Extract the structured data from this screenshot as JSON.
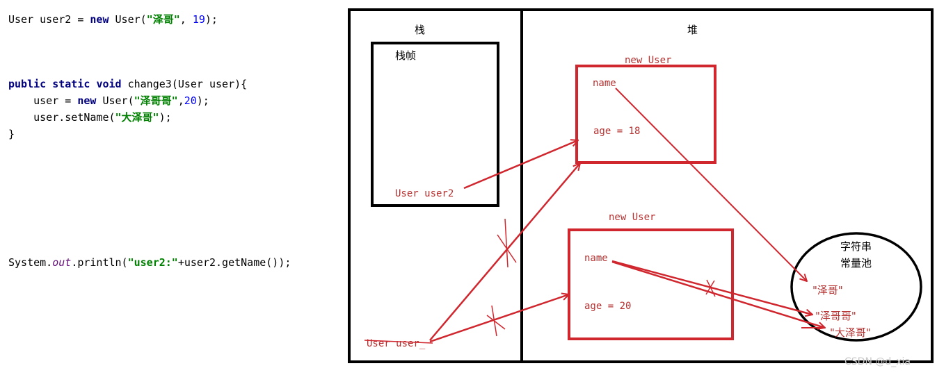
{
  "code": {
    "line1": {
      "pre": "User user2 = ",
      "kw": "new",
      "mid": " User(",
      "str": "\"泽哥\"",
      "post": ", ",
      "num": "19",
      "end": ");"
    },
    "method_sig": {
      "kw1": "public",
      "kw2": "static",
      "kw3": "void",
      "rest": " change3(User user){"
    },
    "method_line1": {
      "pre": "    user = ",
      "kw": "new",
      "mid": " User(",
      "str": "\"泽哥哥\"",
      "post": ",",
      "num": "20",
      "end": ");"
    },
    "method_line2": {
      "pre": "    user.setName(",
      "str": "\"大泽哥\"",
      "end": ");"
    },
    "method_close": "}",
    "println": {
      "pre": "System.",
      "field": "out",
      "mid": ".println(",
      "str": "\"user2:\"",
      "end": "+user2.getName());"
    }
  },
  "diagram": {
    "stack_title": "栈",
    "heap_title": "堆",
    "frame_title": "栈帧",
    "stack_var_user2": "User user2",
    "stack_var_user": "User user_",
    "obj1": {
      "title": "new User",
      "name": "name",
      "age": "age = 18"
    },
    "obj2": {
      "title": "new User",
      "name": "name",
      "age": "age = 20"
    },
    "pool": {
      "title_line1": "字符串",
      "title_line2": "常量池",
      "s1": "\"泽哥\"",
      "s2": "\"泽哥哥\"",
      "s3": "\"大泽哥\""
    },
    "watermark": "CSDN @d_xia"
  },
  "colors": {
    "box": "#000000",
    "red": "#d0262e",
    "red_text": "#b5302f"
  }
}
